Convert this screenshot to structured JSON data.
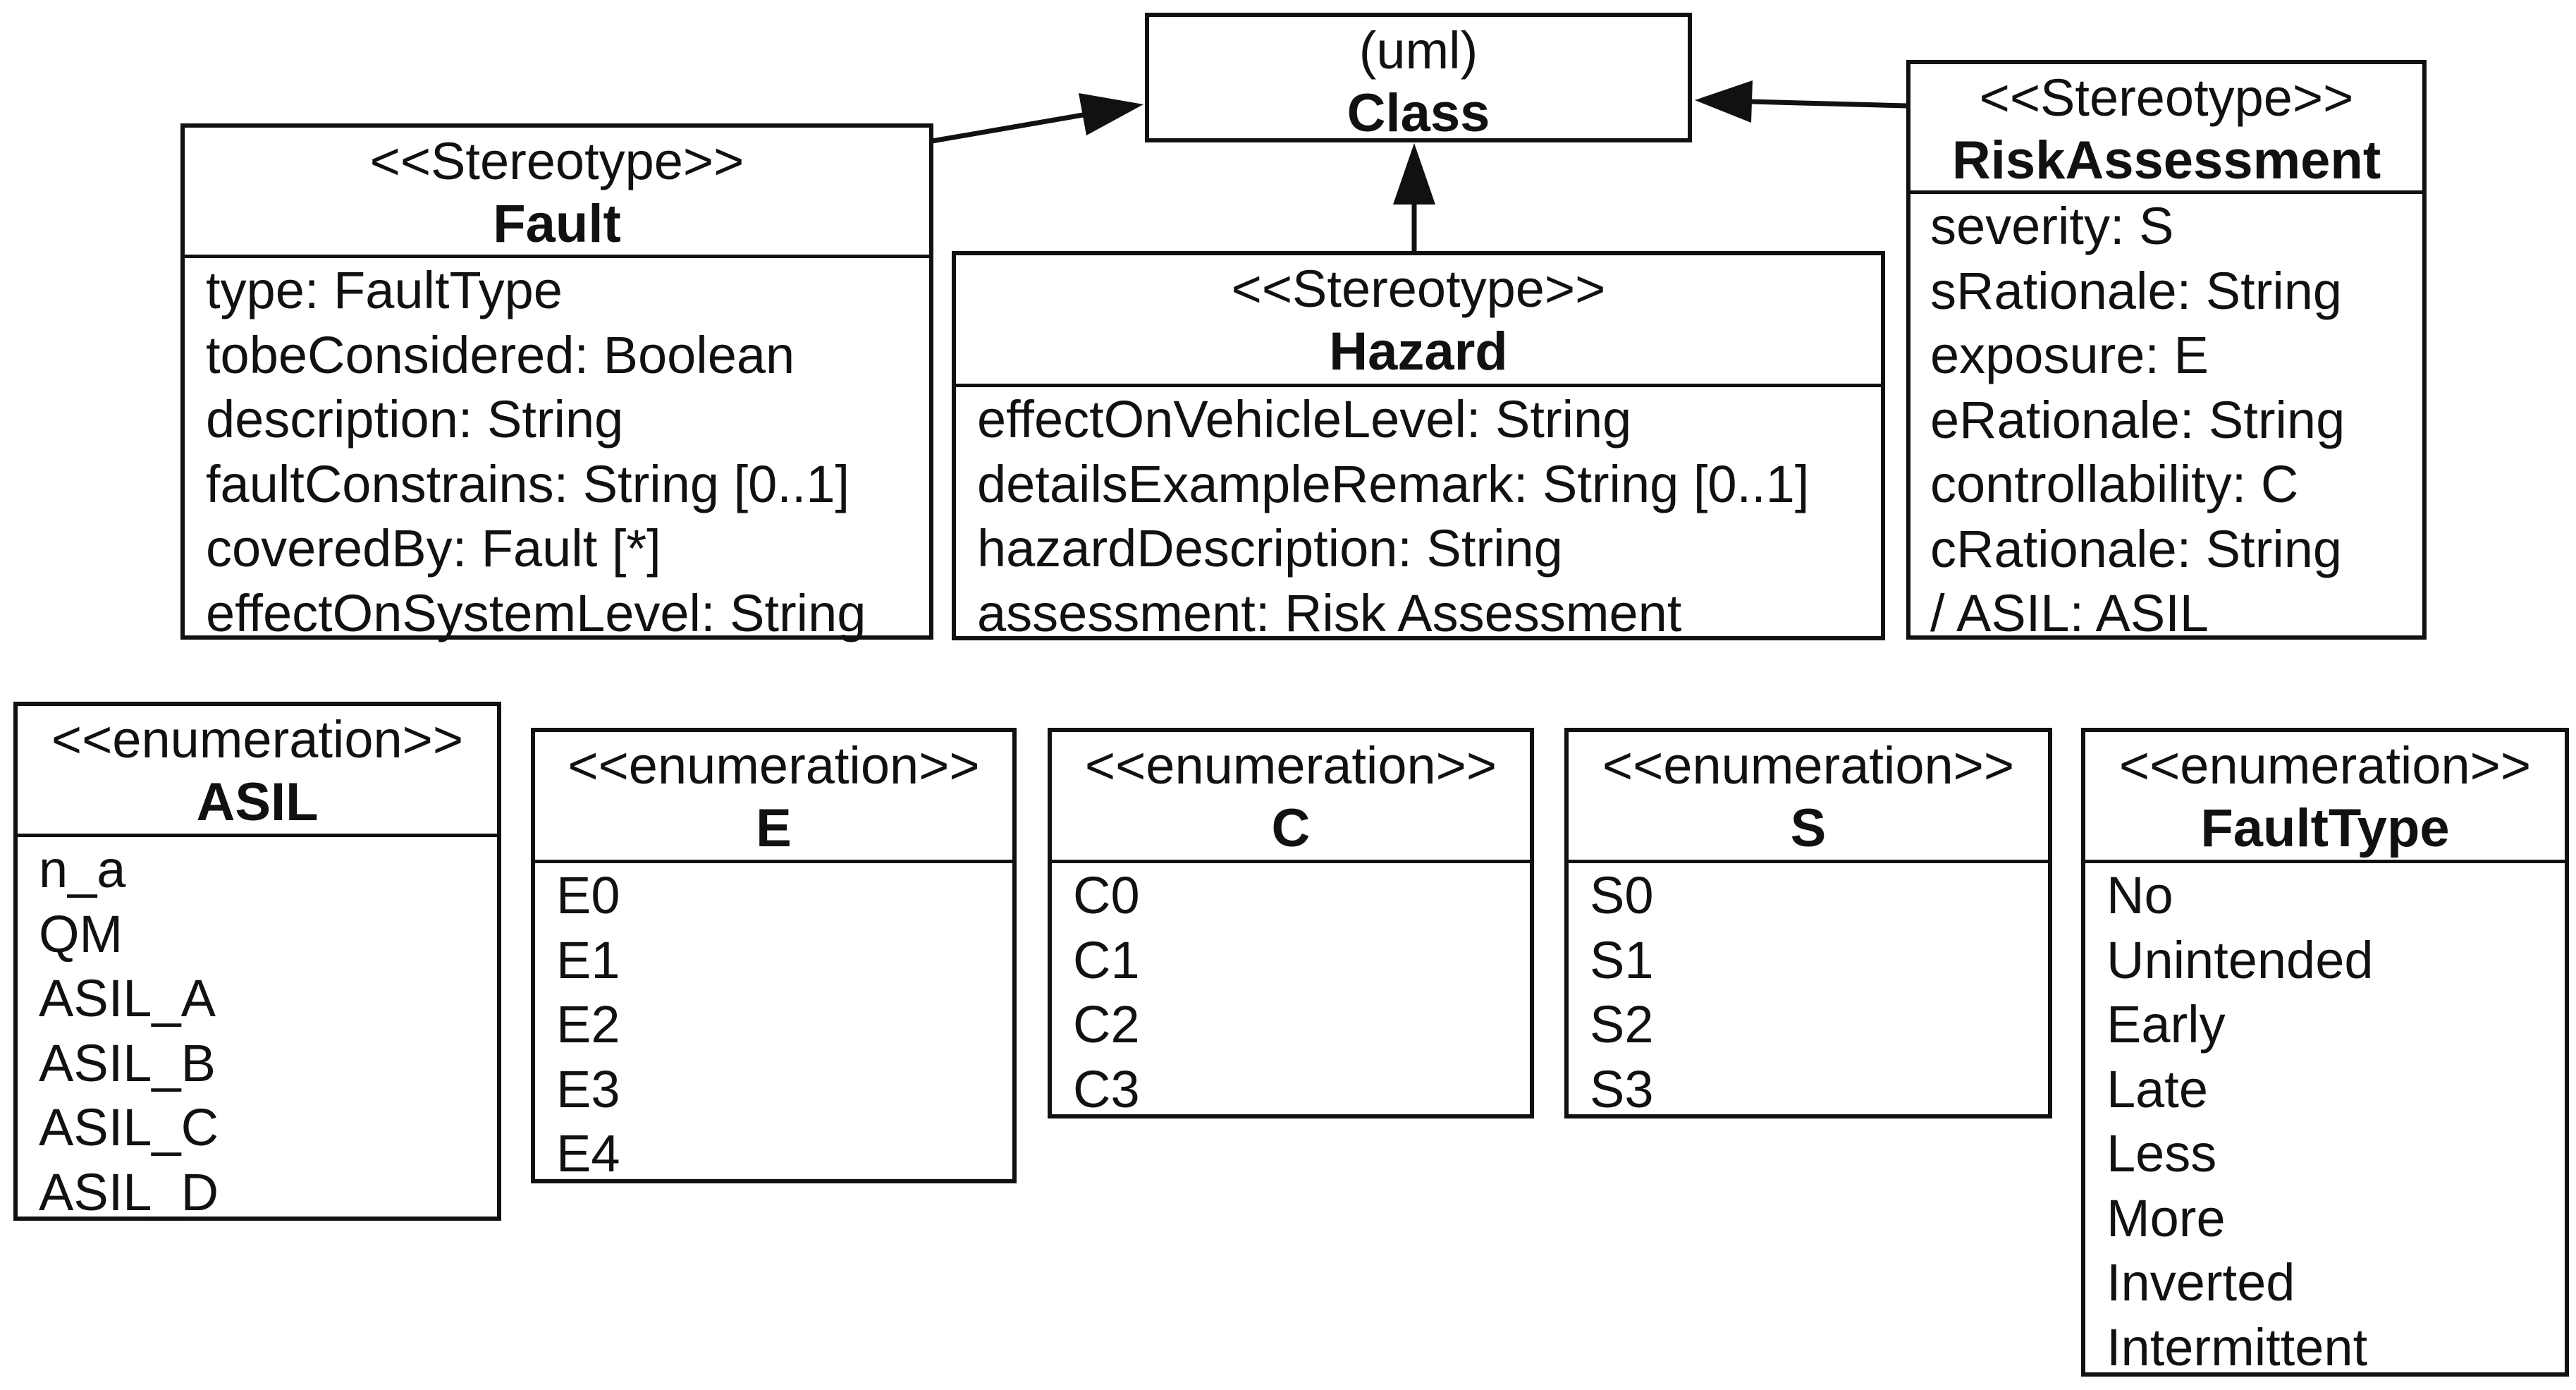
{
  "diagram": {
    "class_box": {
      "note": "(uml)",
      "name": "Class"
    },
    "stereotypes": [
      {
        "key": "fault",
        "stereotype": "<<Stereotype>>",
        "name": "Fault",
        "attributes": [
          "type: FaultType",
          "tobeConsidered: Boolean",
          "description: String",
          "faultConstrains: String [0..1]",
          "coveredBy: Fault [*]",
          "effectOnSystemLevel: String"
        ]
      },
      {
        "key": "hazard",
        "stereotype": "<<Stereotype>>",
        "name": "Hazard",
        "attributes": [
          "effectOnVehicleLevel: String",
          "detailsExampleRemark: String [0..1]",
          "hazardDescription: String",
          "assessment: Risk Assessment"
        ]
      },
      {
        "key": "risk",
        "stereotype": "<<Stereotype>>",
        "name": "RiskAssessment",
        "attributes": [
          "severity: S",
          "sRationale: String",
          "exposure: E",
          "eRationale: String",
          "controllability: C",
          "cRationale: String",
          "/ ASIL: ASIL"
        ]
      }
    ],
    "enumerations": [
      {
        "key": "asil",
        "stereotype": "<<enumeration>>",
        "name": "ASIL",
        "literals": [
          "n_a",
          "QM",
          "ASIL_A",
          "ASIL_B",
          "ASIL_C",
          "ASIL_D"
        ]
      },
      {
        "key": "e",
        "stereotype": "<<enumeration>>",
        "name": "E",
        "literals": [
          "E0",
          "E1",
          "E2",
          "E3",
          "E4"
        ]
      },
      {
        "key": "c",
        "stereotype": "<<enumeration>>",
        "name": "C",
        "literals": [
          "C0",
          "C1",
          "C2",
          "C3"
        ]
      },
      {
        "key": "s",
        "stereotype": "<<enumeration>>",
        "name": "S",
        "literals": [
          "S0",
          "S1",
          "S2",
          "S3"
        ]
      },
      {
        "key": "faulttype",
        "stereotype": "<<enumeration>>",
        "name": "FaultType",
        "literals": [
          "No",
          "Unintended",
          "Early",
          "Late",
          "Less",
          "More",
          "Inverted",
          "Intermittent"
        ]
      }
    ],
    "line_color": "#111111",
    "background": "#ffffff"
  }
}
